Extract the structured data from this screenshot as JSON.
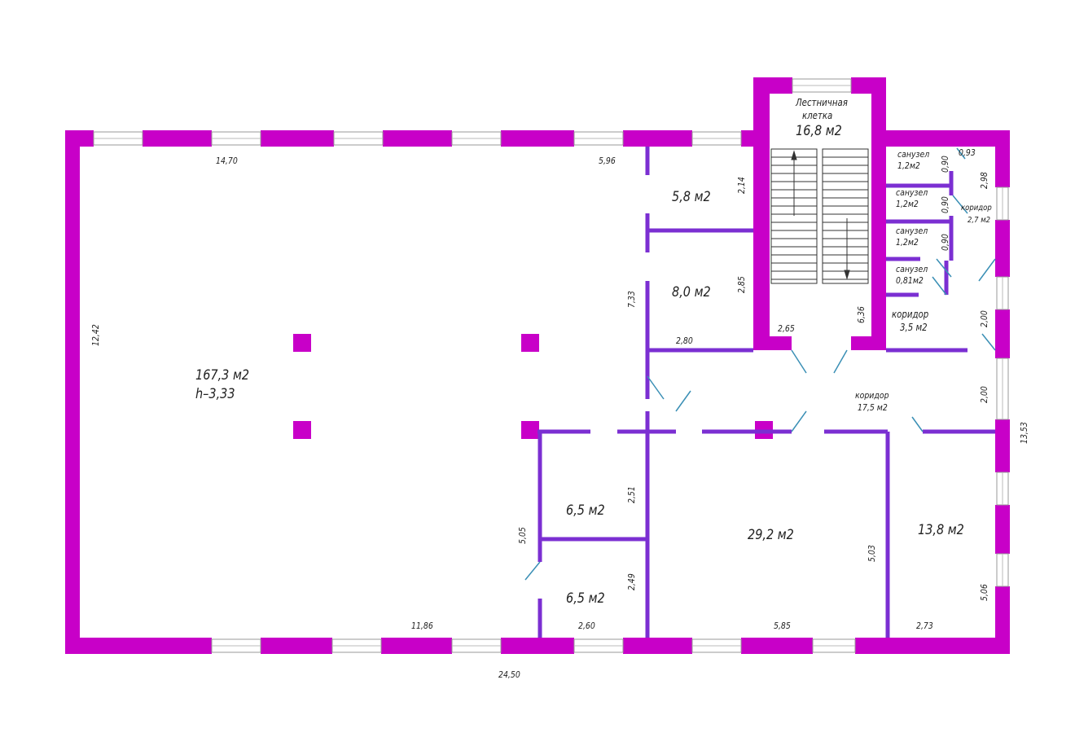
{
  "colors": {
    "outer_wall": "#c800c8",
    "partition": "#7b2fd2",
    "door": "#3a8fb5"
  },
  "rooms": {
    "main_hall": {
      "area": "167,3 м2",
      "height": "h–3,33"
    },
    "staircase": {
      "name_line1": "Лестничная",
      "name_line2": "клетка",
      "area": "16,8 м2"
    },
    "room_5_8": "5,8 м2",
    "room_8_0": "8,0 м2",
    "room_6_5_a": "6,5 м2",
    "room_6_5_b": "6,5 м2",
    "room_29_2": "29,2 м2",
    "room_13_8": "13,8 м2",
    "wc1": {
      "name": "санузел",
      "area": "1,2м2"
    },
    "wc2": {
      "name": "санузел",
      "area": "1,2м2"
    },
    "wc3": {
      "name": "санузел",
      "area": "1,2м2"
    },
    "wc4": {
      "name": "санузел",
      "area": "0,81м2"
    },
    "corridor_small": {
      "name": "коридор",
      "area": "2,7 м2"
    },
    "corridor_mid": {
      "name": "коридор",
      "area": "3,5 м2"
    },
    "corridor_main": {
      "name": "коридор",
      "area": "17,5 м2"
    }
  },
  "dimensions": {
    "d1470": "14,70",
    "d596": "5,96",
    "d214": "2,14",
    "d285": "2,85",
    "d733": "7,33",
    "d280": "2,80",
    "d265": "2,65",
    "d636": "6,36",
    "d1242": "12,42",
    "d093": "0,93",
    "d298": "2,98",
    "d090a": "0,90",
    "d090b": "0,90",
    "d090c": "0,90",
    "d200a": "2,00",
    "d200b": "2,00",
    "d1353": "13,53",
    "d251": "2,51",
    "d505": "5,05",
    "d249": "2,49",
    "d503": "5,03",
    "d506": "5,06",
    "d1186": "11,86",
    "d260": "2,60",
    "d585": "5,85",
    "d273": "2,73",
    "d2450": "24,50"
  }
}
